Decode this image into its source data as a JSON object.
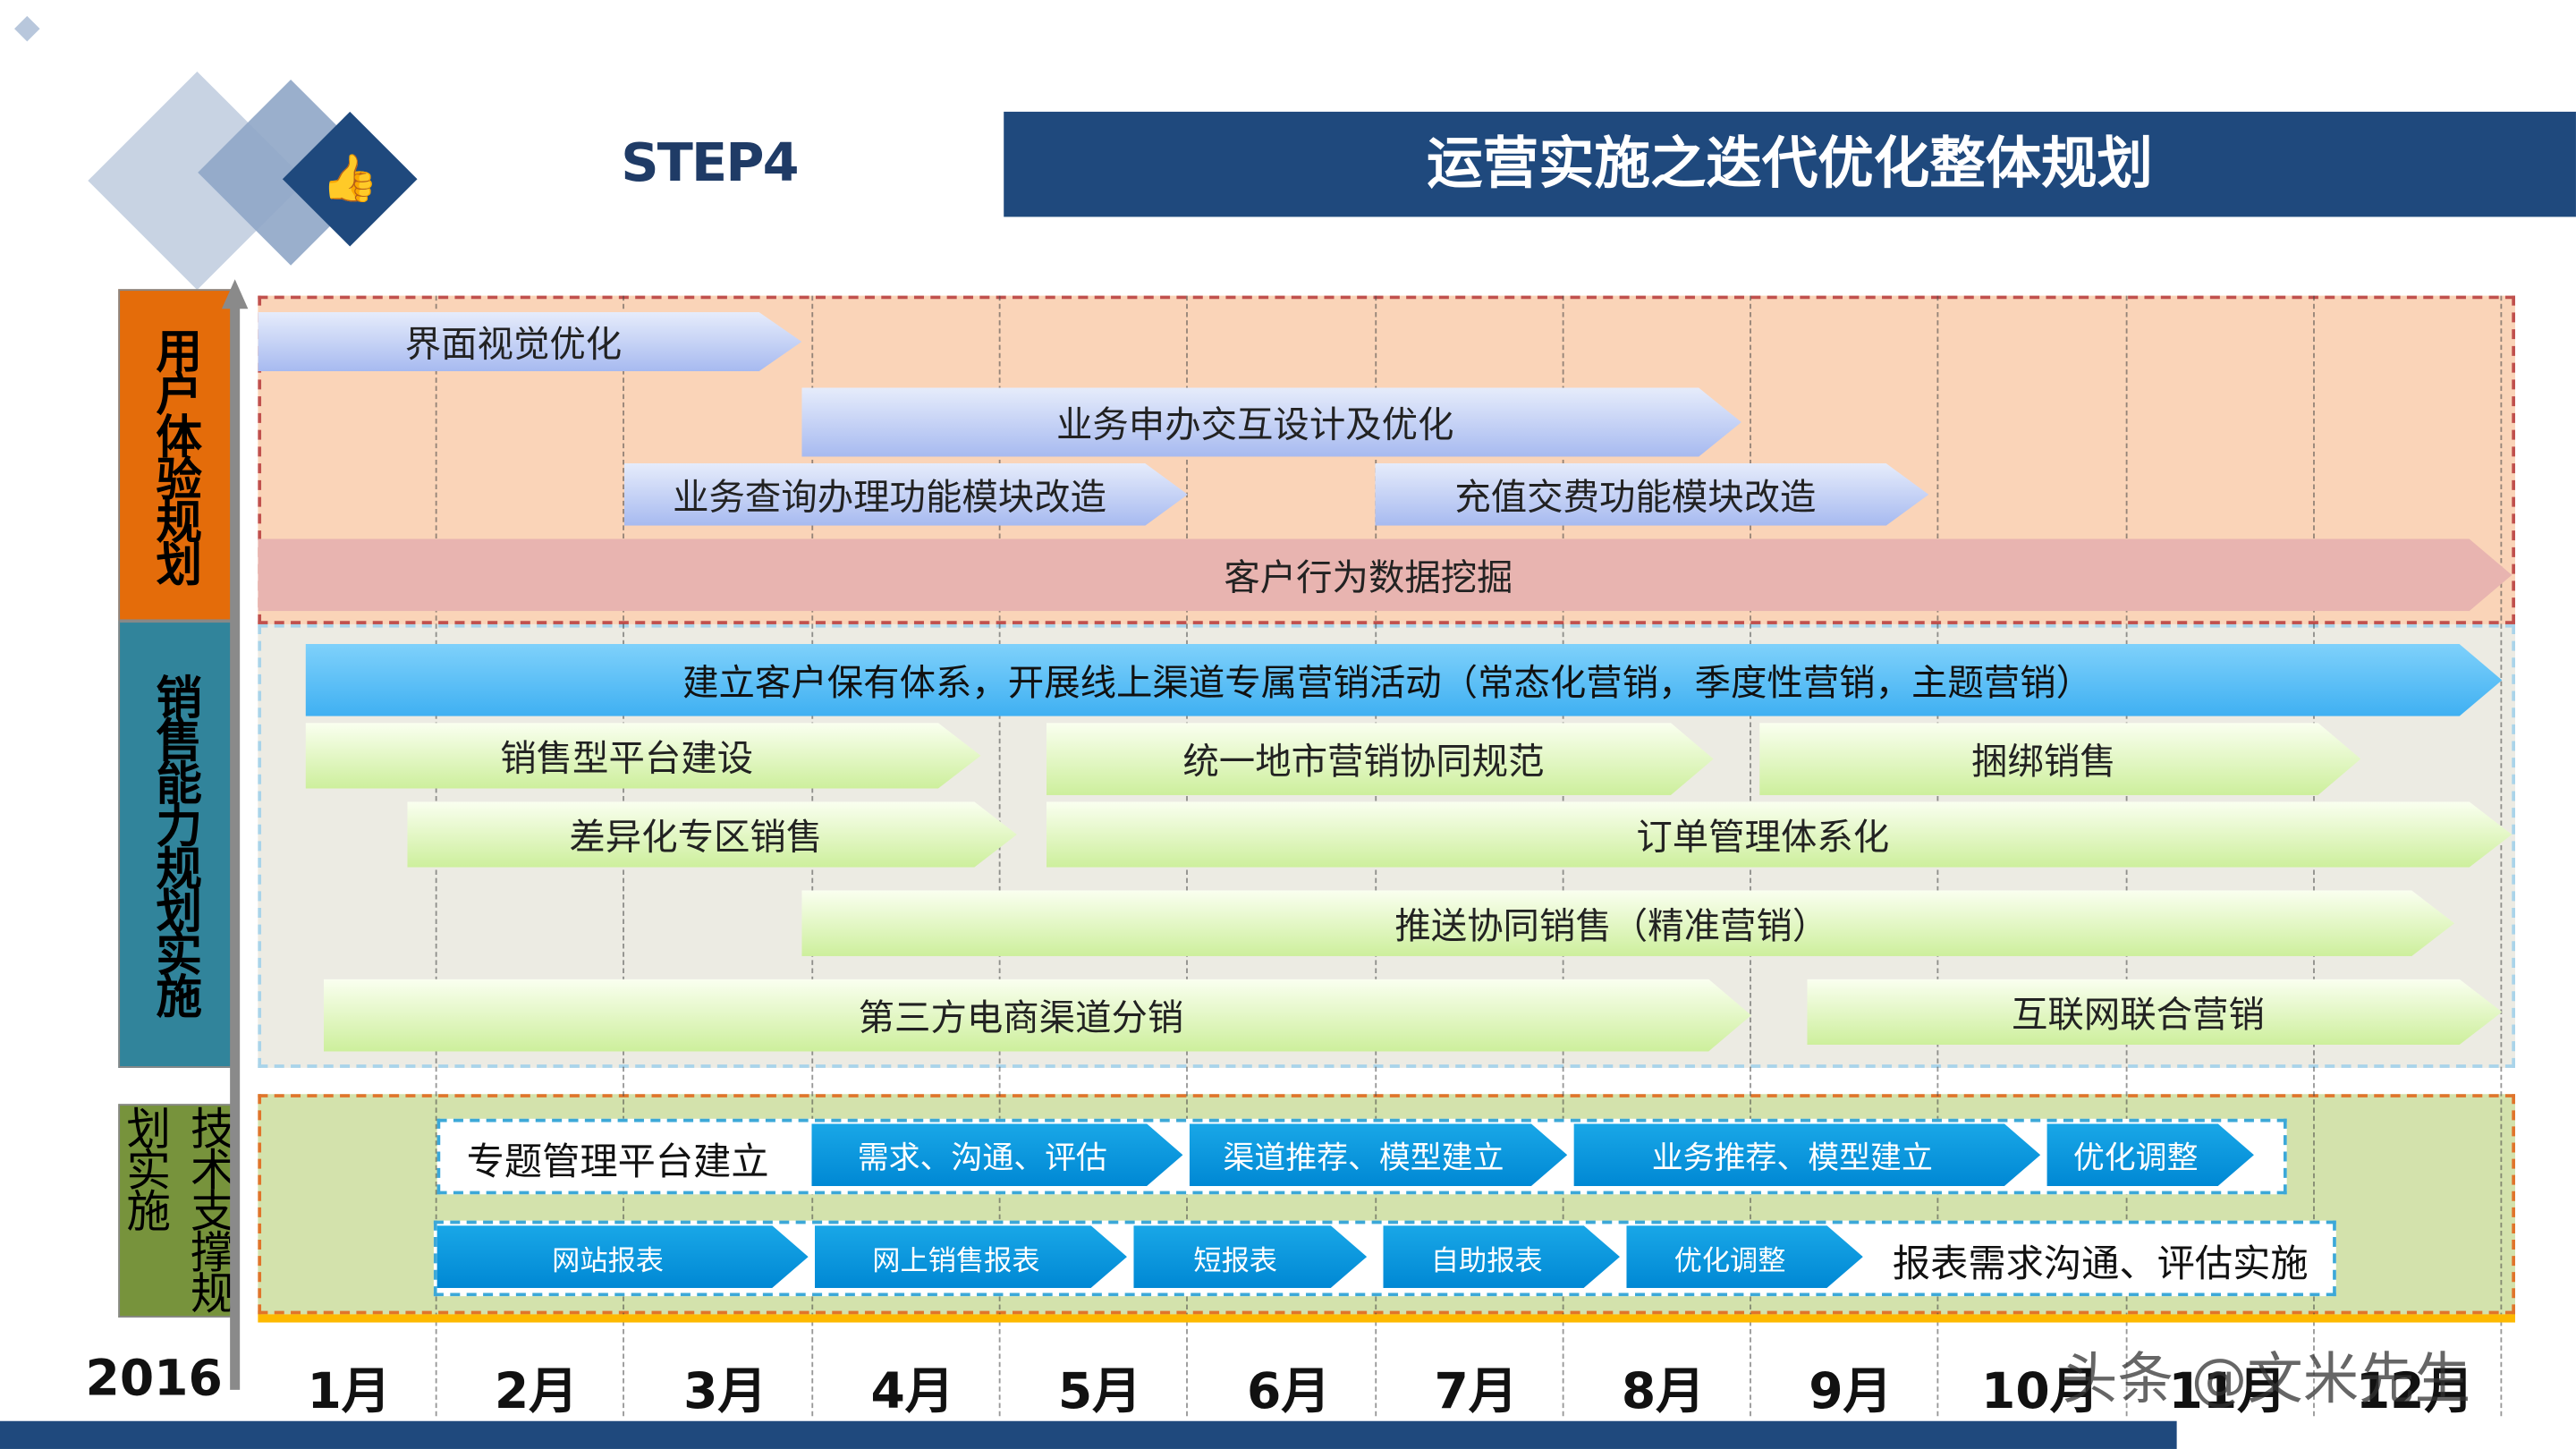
{
  "header": {
    "step": "STEP4",
    "title": "运营实施之迭代优化整体规划"
  },
  "categories": [
    {
      "label": "用户体验规划",
      "color": "#e46c0a"
    },
    {
      "label": "销售能力规划实施",
      "color": "#31849b"
    },
    {
      "label": "技术支撑规划实施",
      "color": "#77933c"
    }
  ],
  "timeline": {
    "year": "2016",
    "months": [
      "1月",
      "2月",
      "3月",
      "4月",
      "5月",
      "6月",
      "7月",
      "8月",
      "9月",
      "10月",
      "11月",
      "12月"
    ]
  },
  "ux_tasks": [
    {
      "label": "界面视觉优化",
      "start": 1.0,
      "end": 3.9
    },
    {
      "label": "业务申办交互设计及优化",
      "start": 3.9,
      "end": 8.9
    },
    {
      "label": "业务查询办理功能模块改造",
      "start": 2.95,
      "end": 5.95
    },
    {
      "label": "充值交费功能模块改造",
      "start": 6.95,
      "end": 9.9
    },
    {
      "label": "客户行为数据挖掘",
      "start": 1.0,
      "end": 13.0
    }
  ],
  "sales_tasks": [
    {
      "label": "建立客户保有体系，开展线上渠道专属营销活动（常态化营销，季度性营销，主题营销）",
      "start": 1.25,
      "end": 12.95
    },
    {
      "label": "销售型平台建设",
      "start": 1.25,
      "end": 4.85
    },
    {
      "label": "统一地市营销协同规范",
      "start": 5.2,
      "end": 8.75
    },
    {
      "label": "捆绑销售",
      "start": 9.0,
      "end": 12.2
    },
    {
      "label": "差异化专区销售",
      "start": 1.8,
      "end": 5.05
    },
    {
      "label": "订单管理体系化",
      "start": 5.2,
      "end": 13.0
    },
    {
      "label": "推送协同销售（精准营销）",
      "start": 3.9,
      "end": 12.7
    },
    {
      "label": "第三方电商渠道分销",
      "start": 1.35,
      "end": 8.95
    },
    {
      "label": "互联网联合营销",
      "start": 9.25,
      "end": 12.95
    }
  ],
  "tech_rows": [
    {
      "lead_text": "专题管理平台建立",
      "steps": [
        "需求、沟通、评估",
        "渠道推荐、模型建立",
        "业务推荐、模型建立",
        "优化调整"
      ]
    },
    {
      "steps": [
        "网站报表",
        "网上销售报表",
        "短报表",
        "自助报表",
        "优化调整"
      ],
      "trail_text": "报表需求沟通、评估实施"
    }
  ],
  "watermark": "头条 @文米先生"
}
